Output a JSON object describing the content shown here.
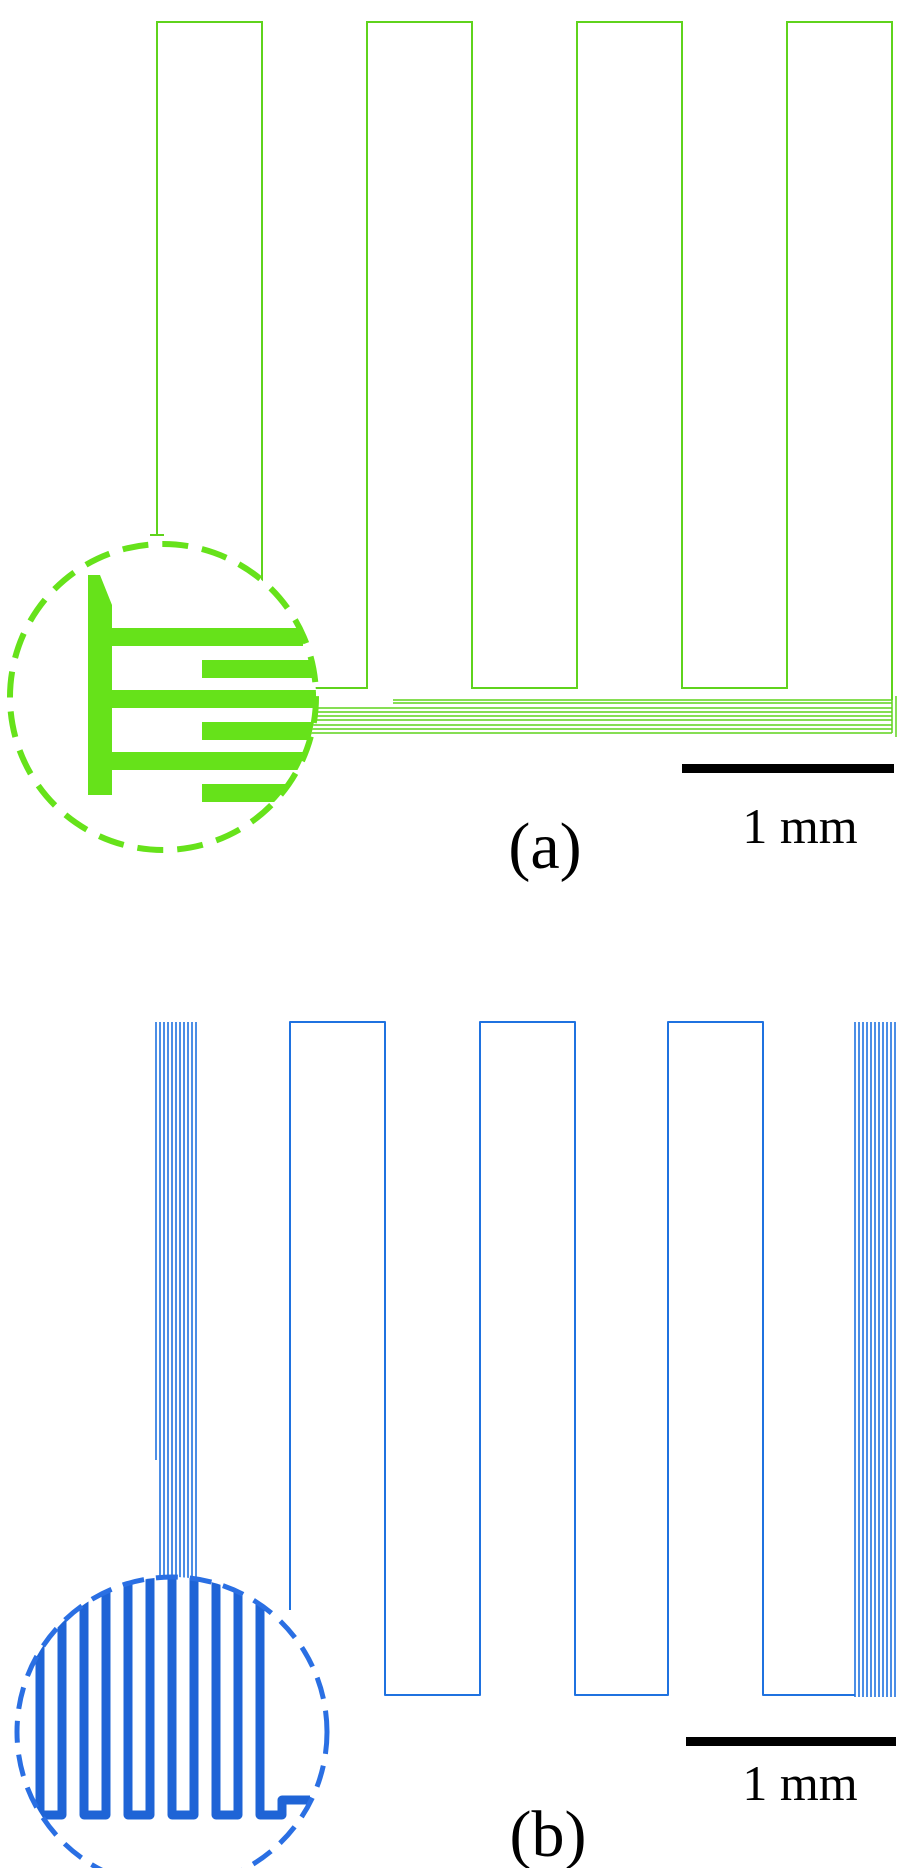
{
  "panels": [
    {
      "id": "a",
      "label": "(a)",
      "scale_label": "1 mm",
      "color": "#5fd31c",
      "zoom_color": "#66e21a"
    },
    {
      "id": "b",
      "label": "(b)",
      "scale_label": "1 mm",
      "color": "#1f72e0",
      "zoom_color": "#1f64d6"
    }
  ],
  "colors": {
    "background": "#ffffff",
    "scale_bar": "#000000",
    "green": "#5fd31c",
    "blue": "#1f72e0"
  }
}
